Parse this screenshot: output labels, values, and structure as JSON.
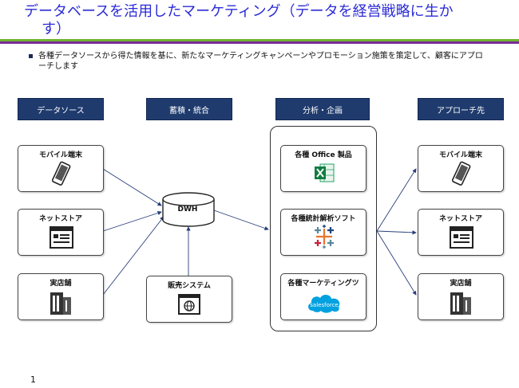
{
  "title": {
    "line1": "データベースを活用したマーケティング（データを経営戦略に生か",
    "line2": "す）"
  },
  "bullet": "各種データソースから得た情報を基に、新たなマーケティングキャンペーンやプロモーション施策を策定して、顧客にアプローチします",
  "columns": {
    "sources": "データソース",
    "integrate": "蓄積・統合",
    "analysis": "分析・企画",
    "approach": "アプローチ先"
  },
  "sources": [
    "モバイル端末",
    "ネットストア",
    "実店舗"
  ],
  "integrate": {
    "dwh": "DWH",
    "pos": "販売システム"
  },
  "analysis": [
    "各種 Office 製品",
    "各種統計解析ソフト",
    "各種マーケティングツ"
  ],
  "approach": [
    "モバイル端末",
    "ネットストア",
    "実店舗"
  ],
  "salesforce_label": "salesforce",
  "page_number": "1",
  "colors": {
    "header_bg": "#1f3b6e",
    "title": "#2b2bd6",
    "rule_green": "#6fb32e",
    "rule_purple": "#7b2c9a",
    "arrow": "#2a3f7a"
  },
  "icons": [
    "phone-icon",
    "web-window-icon",
    "building-icon",
    "database-icon",
    "globe-window-icon",
    "excel-icon",
    "tableau-icon",
    "salesforce-cloud-icon"
  ]
}
